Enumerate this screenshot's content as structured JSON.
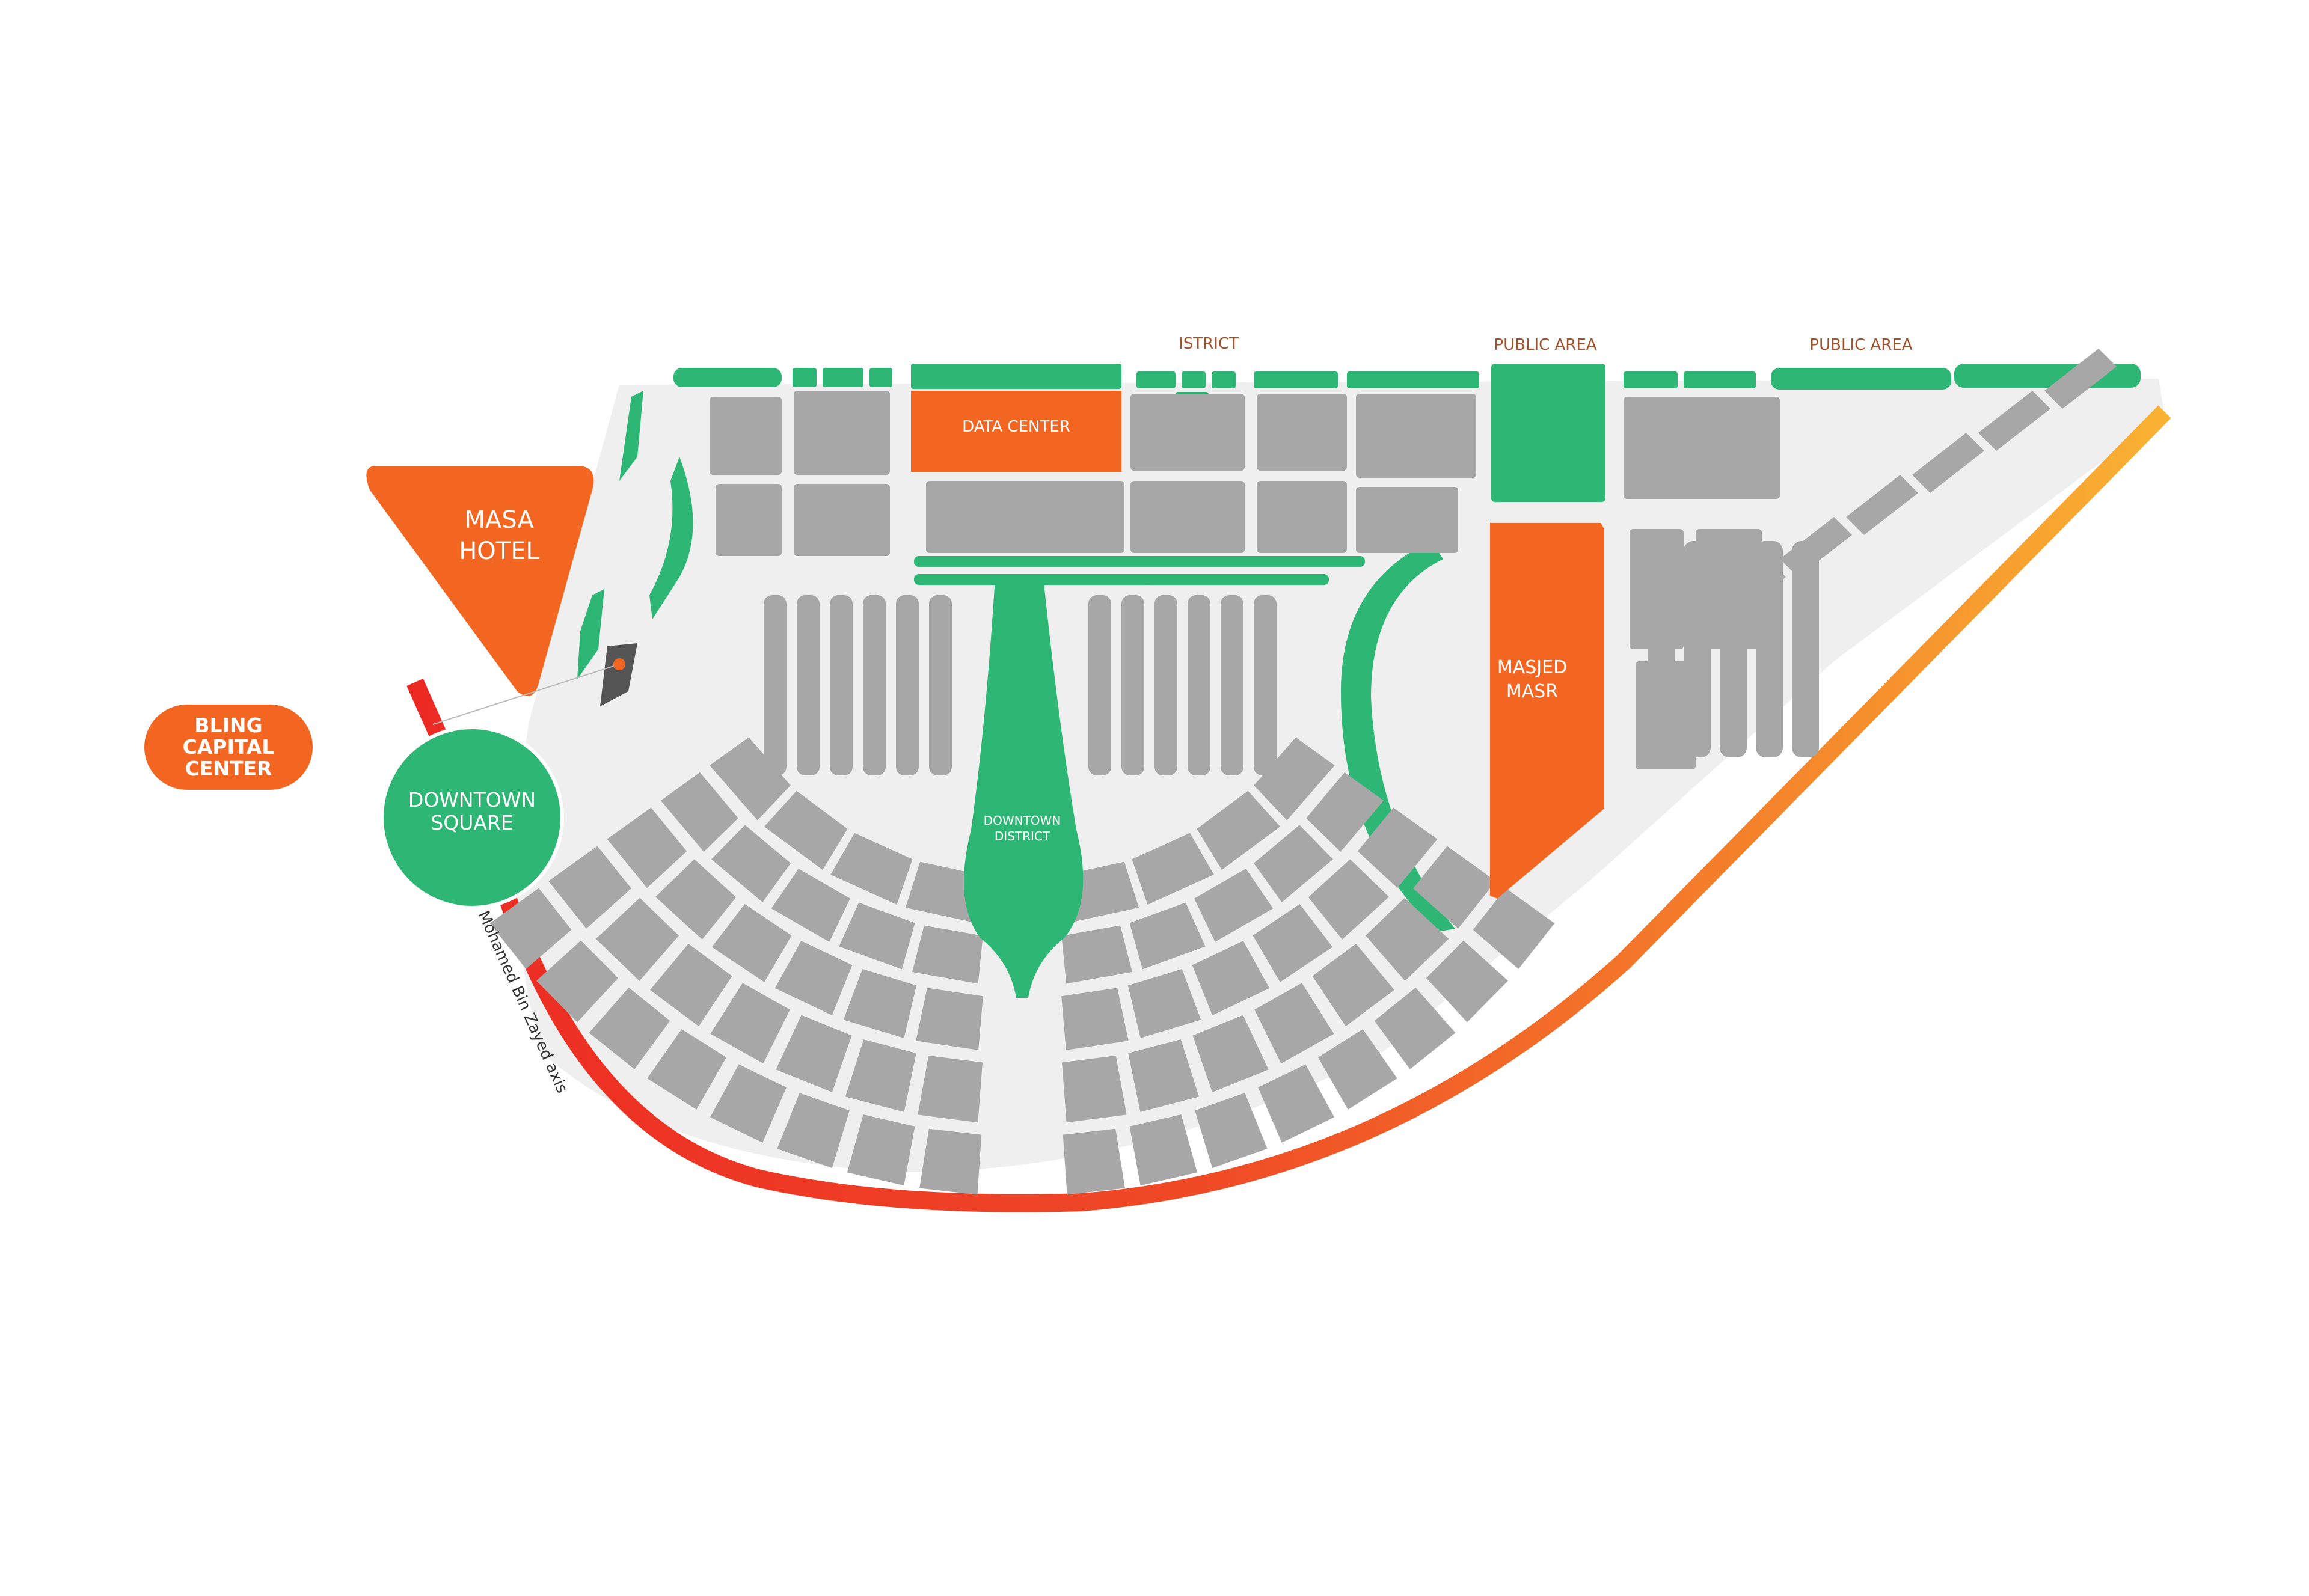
{
  "colors": {
    "orange": "#f26622",
    "green": "#2db674",
    "block_gray": "#a7a7a7",
    "district_base": "#efefef",
    "road_red": "#ec2a24",
    "road_yellow": "#f9b233",
    "area_label": "#a0522d",
    "marker_dark": "#555555"
  },
  "labels": {
    "bling_line1": "BLING",
    "bling_line2": "CAPITAL",
    "bling_line3": "CENTER",
    "masa_line1": "MASA",
    "masa_line2": "HOTEL",
    "downtown_square_line1": "DOWNTOWN",
    "downtown_square_line2": "SQUARE",
    "downtown_district_line1": "DOWNTOWN",
    "downtown_district_line2": "DISTRICT",
    "data_center": "DATA CENTER",
    "masjed_line1": "MASJED",
    "masjed_line2": "MASR",
    "district_top": "ISTRICT",
    "public_area_1": "PUBLIC AREA",
    "public_area_2": "PUBLIC AREA",
    "road_name": "Mohamed Bin Zayed axis"
  },
  "icons": {
    "location_marker": "location-dot-icon"
  }
}
